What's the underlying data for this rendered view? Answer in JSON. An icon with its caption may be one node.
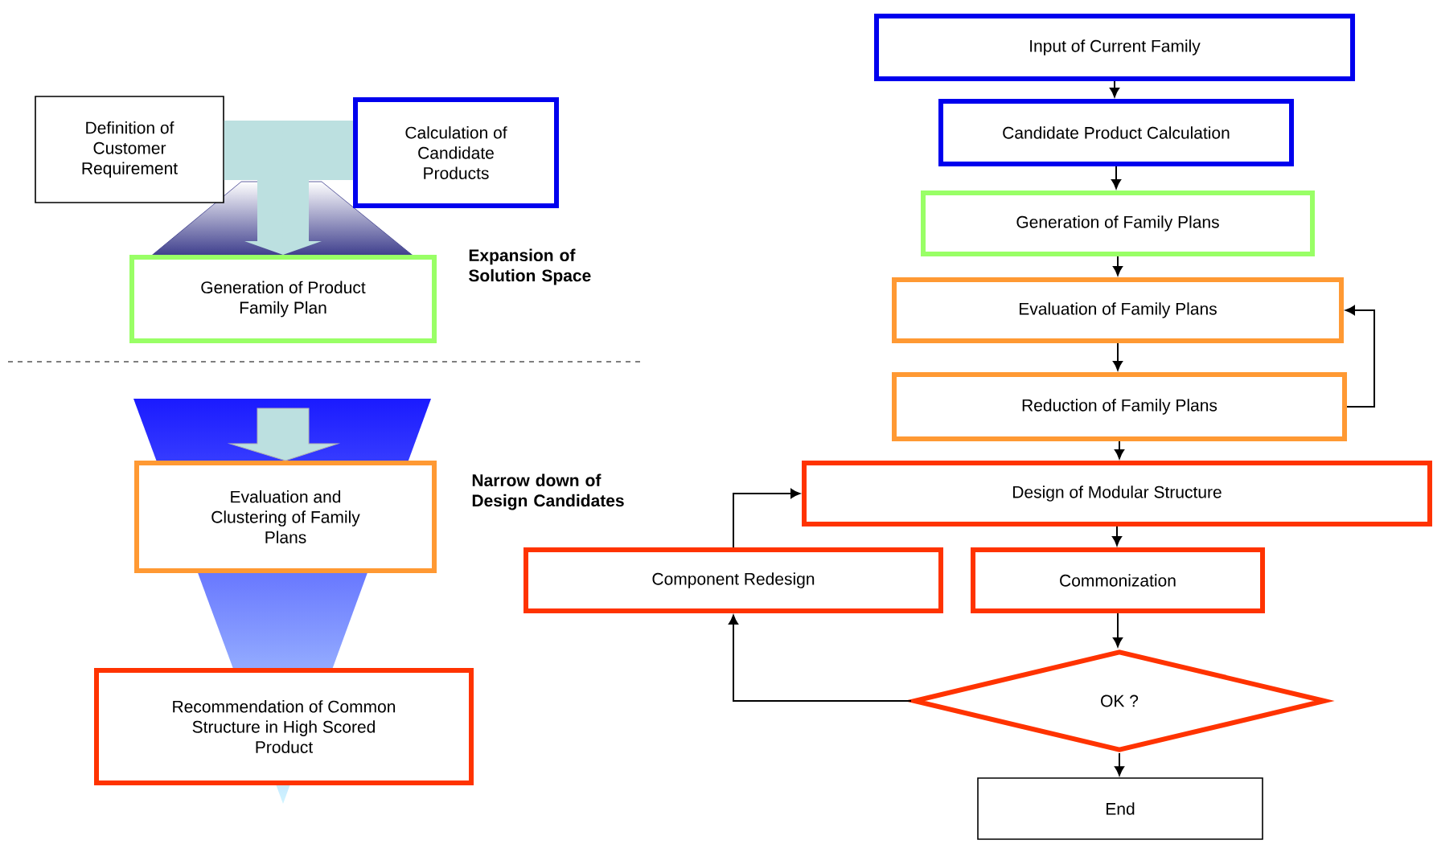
{
  "diagram": {
    "nodes": [
      {
        "text": [
          "Definition of Customer Requirement"
        ]
      },
      {
        "text": [
          "Calculation of Candidate Products"
        ]
      },
      {
        "text": [
          "Generation of Product Family Plan"
        ]
      },
      {
        "text": [
          "Evaluation and Clustering of Family Plans"
        ]
      },
      {
        "text": [
          "Recommendation of Common Structure in High Scored Product"
        ]
      },
      {
        "text": [
          "Input of Current Family"
        ]
      },
      {
        "text": [
          "Candidate Product Calculation"
        ]
      },
      {
        "text": [
          "Generation of Family Plans"
        ]
      },
      {
        "text": [
          "Evaluation of Family Plans"
        ]
      },
      {
        "text": [
          "Reduction of Family Plans"
        ]
      },
      {
        "text": [
          "Design of Modular Structure"
        ]
      },
      {
        "text": [
          "Component Redesign"
        ]
      },
      {
        "text": [
          "Commonization"
        ]
      },
      {
        "text": [
          "OK ?"
        ]
      },
      {
        "text": [
          "End"
        ]
      }
    ],
    "edges": [
      {
        "from": 0,
        "to": 2,
        "arrow": "to",
        "style": "thick",
        "color": "#bce0e0"
      },
      {
        "from": 1,
        "to": 2,
        "arrow": "to",
        "style": "thick",
        "color": "#bce0e0"
      },
      {
        "from": null,
        "to": 3,
        "arrow": "to",
        "style": "thick",
        "color": "#bce0e0"
      },
      {
        "from": 5,
        "to": 6,
        "arrow": "to"
      },
      {
        "from": 6,
        "to": 7,
        "arrow": "to"
      },
      {
        "from": 7,
        "to": 8,
        "arrow": "to"
      },
      {
        "from": 8,
        "to": 9,
        "arrow": "to"
      },
      {
        "from": 9,
        "to": 8,
        "arrow": "to"
      },
      {
        "from": 9,
        "to": 10,
        "arrow": "to"
      },
      {
        "from": 10,
        "to": 12,
        "arrow": "to"
      },
      {
        "from": 12,
        "to": 13,
        "arrow": "to"
      },
      {
        "from": 13,
        "to": 14,
        "arrow": "to"
      },
      {
        "from": 13,
        "to": 11,
        "arrow": "to"
      },
      {
        "from": 11,
        "to": 10,
        "arrow": "to"
      }
    ],
    "labels": [
      "Expansion of Solution Space",
      "Narrow down of Design Candidates"
    ]
  }
}
